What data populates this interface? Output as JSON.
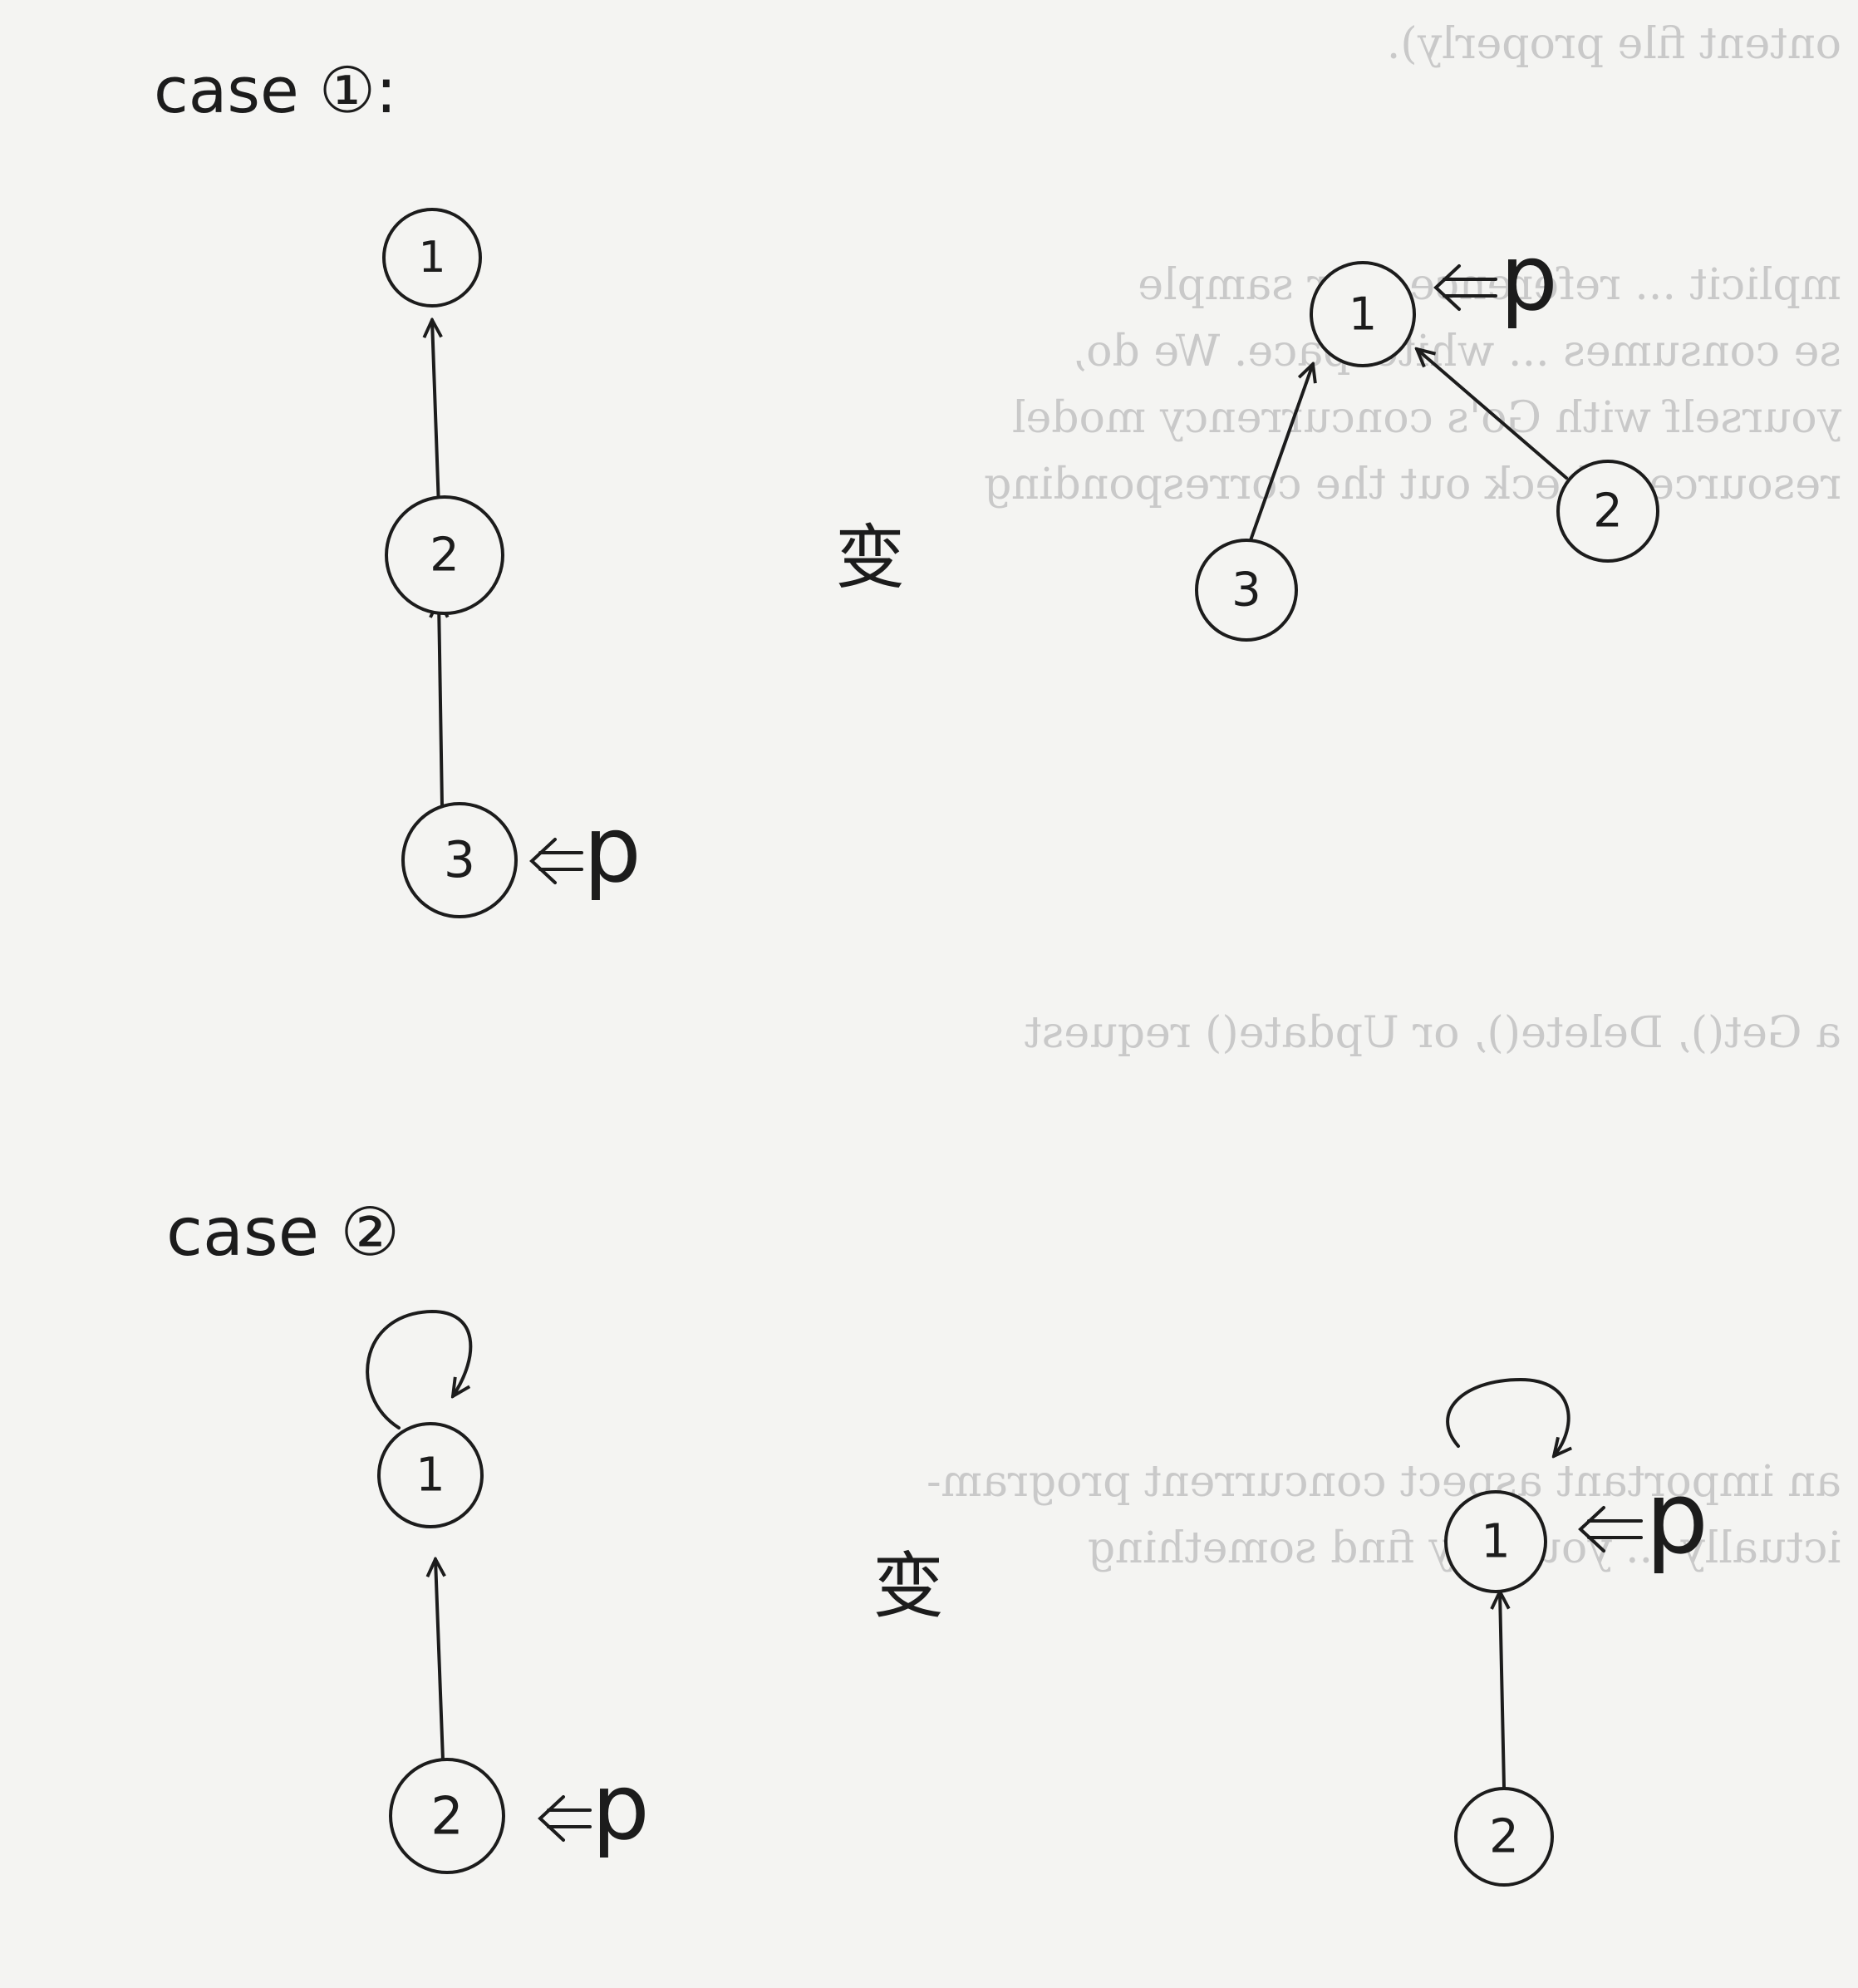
{
  "case1": {
    "title": "case ①:",
    "arrow_word": "变",
    "before": {
      "nodes": [
        "1",
        "2",
        "3"
      ],
      "pointer": "p"
    },
    "after": {
      "nodes": [
        "1",
        "3",
        "2"
      ],
      "pointer": "p"
    }
  },
  "case2": {
    "title": "case ②",
    "arrow_word": "变",
    "before": {
      "nodes": [
        "1",
        "2"
      ],
      "pointer": "p"
    },
    "after": {
      "nodes": [
        "1",
        "2"
      ],
      "pointer": "p"
    }
  },
  "bleed_through": [
    "ontent file properly).",
    "mplicit ... reference, our sample",
    "se consumes ... whitespace. We do,",
    "yourself with Go's concurrency model",
    "resources check out the corresponding",
    "a Get(), Delete(), or Update() request",
    "an important aspect concurrent program-",
    "ictually ... you may find something"
  ],
  "colors": {
    "ink": "#1c1c1c",
    "paper": "#f4f4f2",
    "bleed": "#c9c9c9"
  }
}
